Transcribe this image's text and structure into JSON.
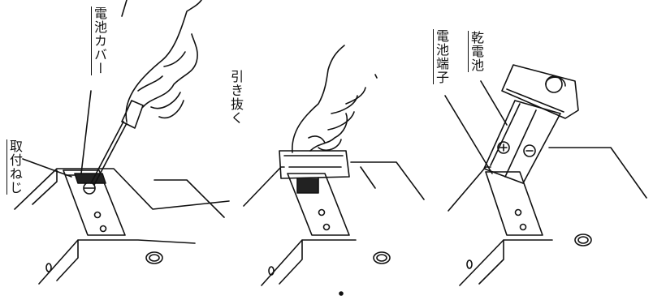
{
  "panels": [
    {
      "labels": {
        "screw": "取付ねじ",
        "cover": "電池カバー"
      }
    },
    {
      "labels": {
        "pull": "引き抜く"
      }
    },
    {
      "labels": {
        "terminal": "電池端子",
        "battery": "乾電池"
      }
    }
  ]
}
